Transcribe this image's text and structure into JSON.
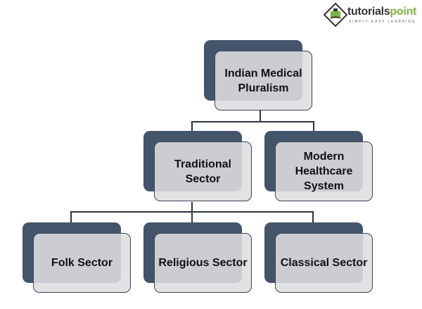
{
  "logo": {
    "brand_part1": "tutorials",
    "brand_part2": "point",
    "tagline": "SIMPLY EASY LEARNING",
    "icon": "tutorialspoint-logo-icon"
  },
  "diagram": {
    "root": {
      "label": "Indian Medical Pluralism"
    },
    "level1": [
      {
        "label": "Traditional Sector"
      },
      {
        "label": "Modern Healthcare System"
      }
    ],
    "level2": [
      {
        "label": "Folk Sector"
      },
      {
        "label": "Religious Sector"
      },
      {
        "label": "Classical Sector"
      }
    ],
    "colors": {
      "back_box": "#44546a",
      "front_box": "#dedee0",
      "connector": "#2b3440"
    }
  }
}
